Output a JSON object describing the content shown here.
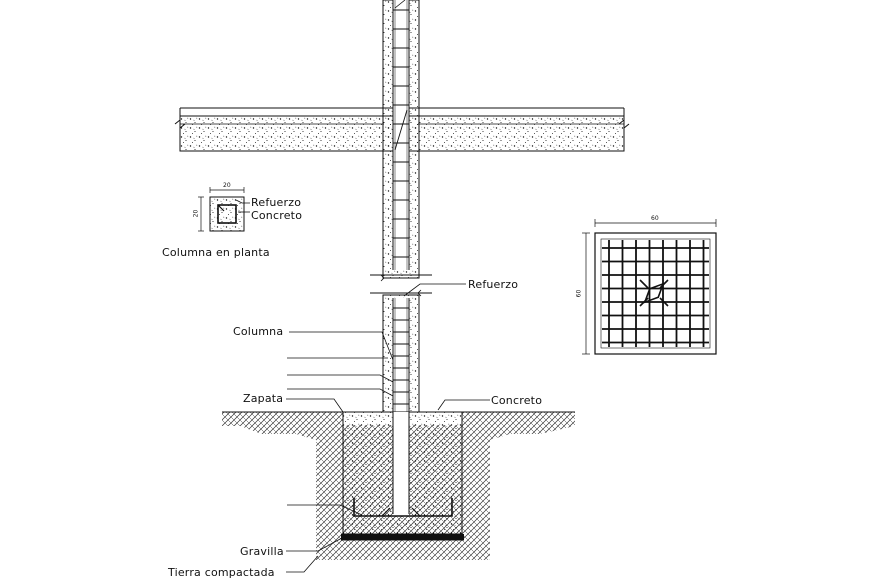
{
  "labels": {
    "refuerzo_detail": "Refuerzo",
    "concreto_detail": "Concreto",
    "columna_en_planta": "Columna en planta",
    "refuerzo": "Refuerzo",
    "columna": "Columna",
    "zapata": "Zapata",
    "concreto": "Concreto",
    "gravilla": "Gravilla",
    "tierra_compactada": "Tierra compactada"
  },
  "dimensions": {
    "column_width": "20",
    "column_height": "20",
    "footing_width": "60",
    "footing_height": "60"
  },
  "colors": {
    "line": "#111111",
    "background": "#ffffff"
  }
}
